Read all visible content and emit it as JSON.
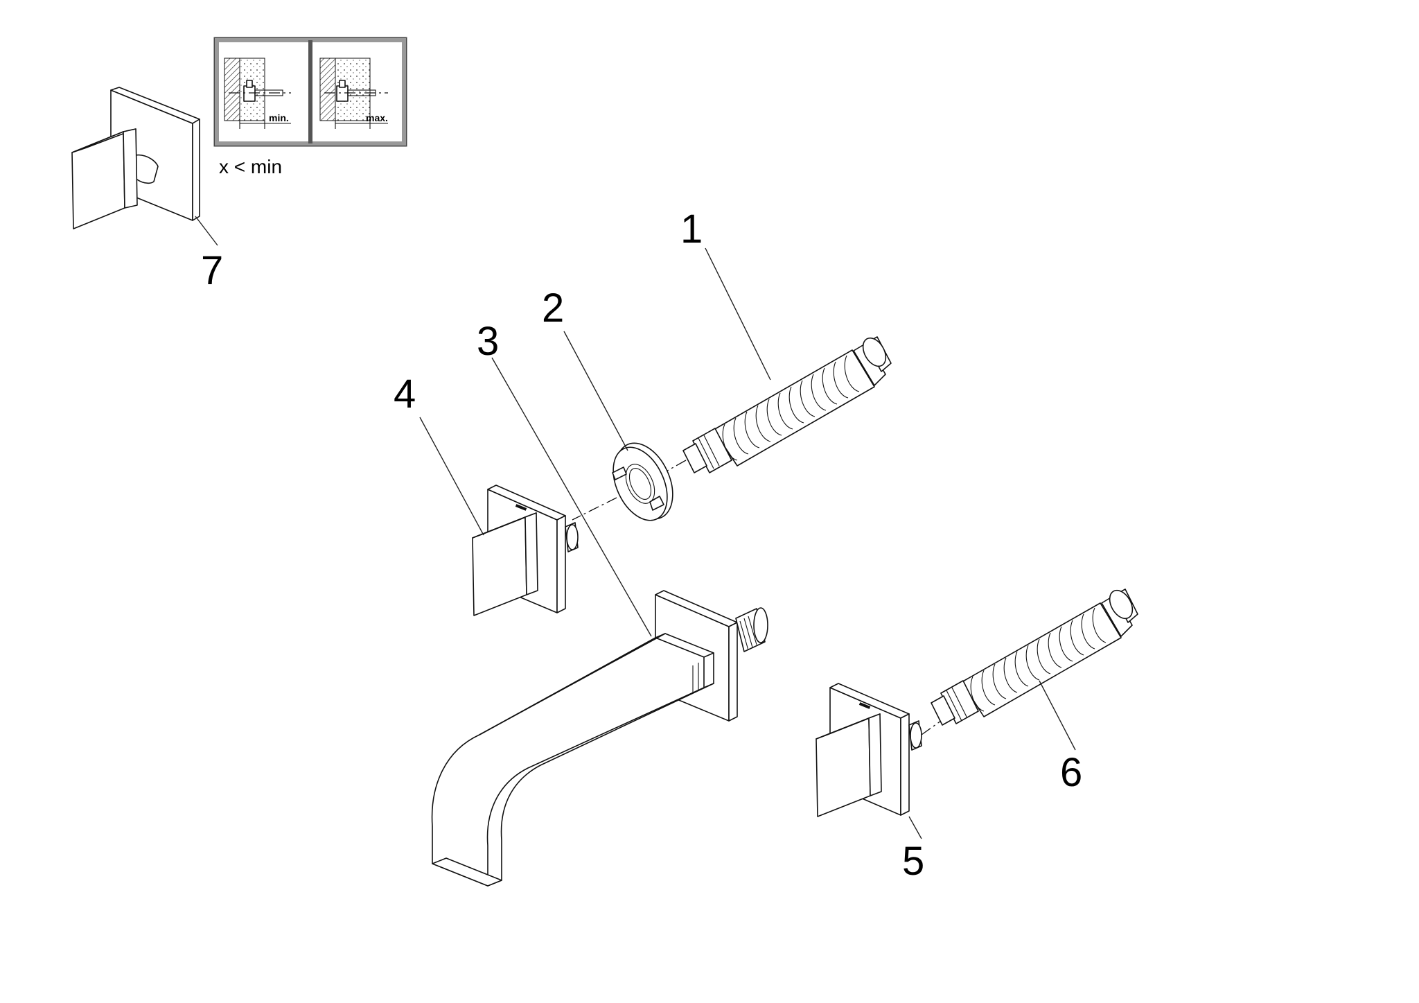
{
  "callouts": {
    "c1": "1",
    "c2": "2",
    "c3": "3",
    "c4": "4",
    "c5": "5",
    "c6": "6",
    "c7": "7"
  },
  "inset": {
    "left_label": "min.",
    "right_label": "max.",
    "caption": "x < min"
  },
  "colors": {
    "line": "#111111",
    "background": "#ffffff"
  }
}
